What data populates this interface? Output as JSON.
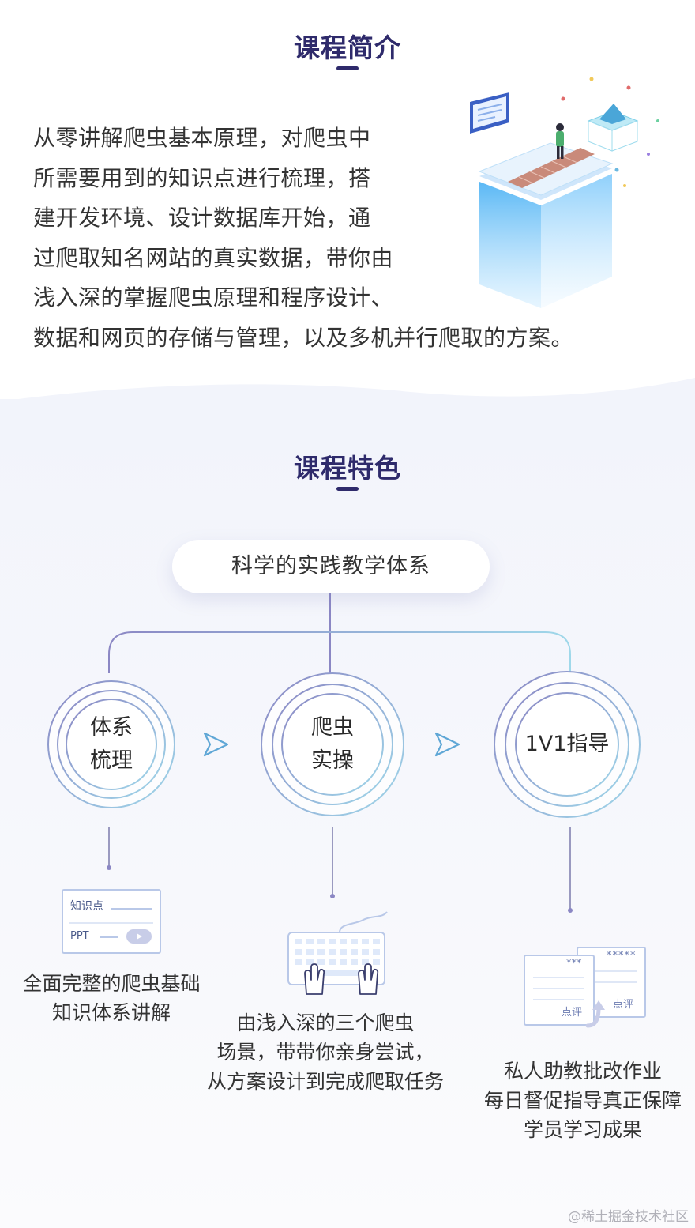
{
  "intro": {
    "title": "课程简介",
    "lines": [
      "从零讲解爬虫基本原理，对爬虫中",
      "所需要用到的知识点进行梳理，搭",
      "建开发环境、设计数据库开始，通",
      "过爬取知名网站的真实数据，带你由",
      "浅入深的掌握爬虫原理和程序设计、",
      "数据和网页的存储与管理，以及多机并行爬取的方案。"
    ]
  },
  "features": {
    "title": "课程特色",
    "root_label": "科学的实践教学体系",
    "circles": [
      {
        "line1": "体系",
        "line2": "梳理"
      },
      {
        "line1": "爬虫",
        "line2": "实操"
      },
      {
        "line1": "1V1指导",
        "line2": ""
      }
    ],
    "card1": {
      "label_top": "知识点",
      "label_bottom": "PPT"
    },
    "card3": {
      "review_label": "点评",
      "stars_small": "***",
      "stars_large": "*****"
    },
    "descriptions": [
      [
        "全面完整的爬虫基础",
        "知识体系讲解"
      ],
      [
        "由浅入深的三个爬虫",
        "场景，带带你亲身尝试，",
        "从方案设计到完成爬取任务"
      ],
      [
        "私人助教批改作业",
        "每日督促指导真正保障",
        "学员学习成果"
      ]
    ]
  },
  "watermark": "@稀土掘金技术社区",
  "colors": {
    "title": "#2e2a6b",
    "line_purple": "#8b87c4",
    "line_cyan": "#9fd8ea",
    "arrow": "#5fa7d6"
  }
}
